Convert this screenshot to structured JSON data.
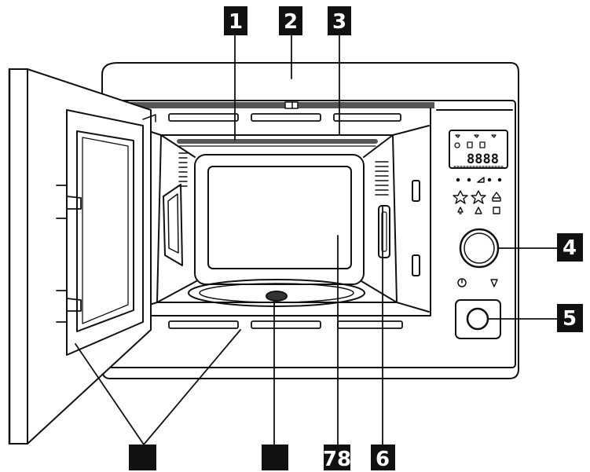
{
  "diagram": {
    "display": {
      "readout": "8888"
    },
    "callouts": [
      {
        "id": "1",
        "label": "1"
      },
      {
        "id": "2",
        "label": "2"
      },
      {
        "id": "3",
        "label": "3"
      },
      {
        "id": "4",
        "label": "4"
      },
      {
        "id": "5",
        "label": "5"
      },
      {
        "id": "6",
        "label": "6"
      },
      {
        "id": "7",
        "label": ""
      },
      {
        "id": "8",
        "label": "78"
      },
      {
        "id": "9",
        "label": ""
      }
    ]
  },
  "colors": {
    "line": "#111111",
    "callout_bg": "#111111",
    "callout_text": "#ffffff",
    "background": "#ffffff"
  }
}
